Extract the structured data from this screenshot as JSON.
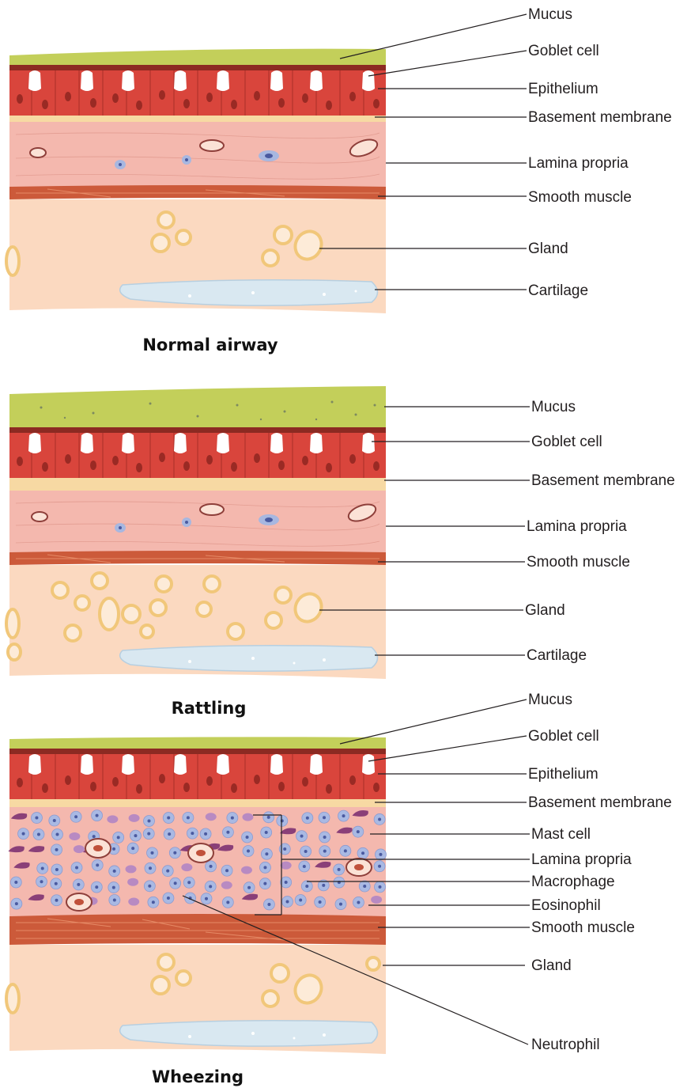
{
  "colors": {
    "mucus": "#c3cf5a",
    "epithelium": "#d9453c",
    "basement_membrane": "#f7d9a3",
    "lamina_propria": "#f4b8ae",
    "smooth_muscle": "#cc5a3a",
    "submucosa": "#fbd9c0",
    "cartilage": "#d9e8f1",
    "gland": "#f1c77a"
  },
  "panels": [
    {
      "caption": "Normal airway",
      "labels": {
        "mucus": "Mucus",
        "goblet": "Goblet cell",
        "epithelium": "Epithelium",
        "basement": "Basement membrane",
        "lamina": "Lamina propria",
        "muscle": "Smooth muscle",
        "gland": "Gland",
        "cartilage": "Cartilage"
      }
    },
    {
      "caption": "Rattling",
      "labels": {
        "mucus": "Mucus",
        "goblet": "Goblet cell",
        "basement": "Basement membrane",
        "lamina": "Lamina propria",
        "muscle": "Smooth muscle",
        "gland": "Gland",
        "cartilage": "Cartilage"
      }
    },
    {
      "caption": "Wheezing",
      "labels": {
        "mucus": "Mucus",
        "goblet": "Goblet cell",
        "epithelium": "Epithelium",
        "basement": "Basement membrane",
        "mast": "Mast cell",
        "lamina": "Lamina propria",
        "macrophage": "Macrophage",
        "eosinophil": "Eosinophil",
        "muscle": "Smooth muscle",
        "gland": "Gland",
        "neutrophil": "Neutrophil"
      }
    }
  ]
}
